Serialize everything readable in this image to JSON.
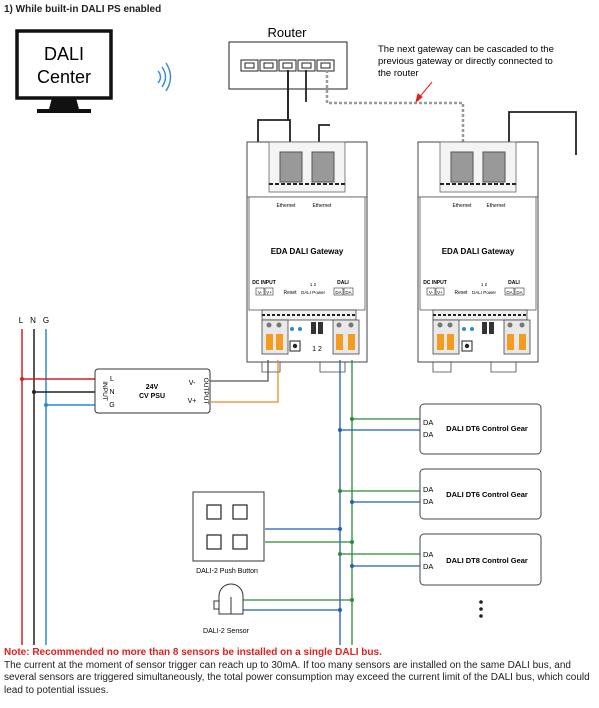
{
  "heading": "1) While built-in DALI PS enabled",
  "dali_center": {
    "line1": "DALI",
    "line2": "Center"
  },
  "router": {
    "label": "Router"
  },
  "cascade_note": {
    "line1": "The next gateway can be cascaded to the",
    "line2": "previous gateway or directly connected to",
    "line3": "the router"
  },
  "gateway": {
    "title": "EDA DALI Gateway",
    "ethernet": "Ethernet",
    "dc_input": "DC INPUT",
    "v_minus": "V-",
    "v_plus": "V+",
    "reset": "Reset",
    "dali_power": "DALI Power",
    "dali_power_nums": "1  2",
    "dali": "DALI",
    "da": "DA",
    "switch_nums": "1  2"
  },
  "mains": {
    "l": "L",
    "n": "N",
    "g": "G"
  },
  "psu": {
    "input": "INPUT",
    "l": "L",
    "n": "N",
    "g": "G",
    "line1": "24V",
    "line2": "CV PSU",
    "v_minus": "V-",
    "v_plus": "V+",
    "output": "OUTPUT"
  },
  "control_gears": [
    {
      "da1": "DA",
      "da2": "DA",
      "label": "DALI DT6 Control Gear"
    },
    {
      "da1": "DA",
      "da2": "DA",
      "label": "DALI DT6 Control Gear"
    },
    {
      "da1": "DA",
      "da2": "DA",
      "label": "DALI DT8 Control Gear"
    }
  ],
  "push_button": {
    "label": "DALI-2 Push Button"
  },
  "sensor": {
    "label": "DALI-2 Sensor"
  },
  "note": {
    "warning": "Note: Recommended  no more than 8 sensors be installed on a single DALI bus.",
    "body": "The current at the moment of sensor trigger can reach up to 30mA. If too many sensors are installed on the same DALI bus, and several sensors are triggered simultaneously, the total power consumption may exceed the current limit of the DALI bus, which could lead to potential issues."
  }
}
